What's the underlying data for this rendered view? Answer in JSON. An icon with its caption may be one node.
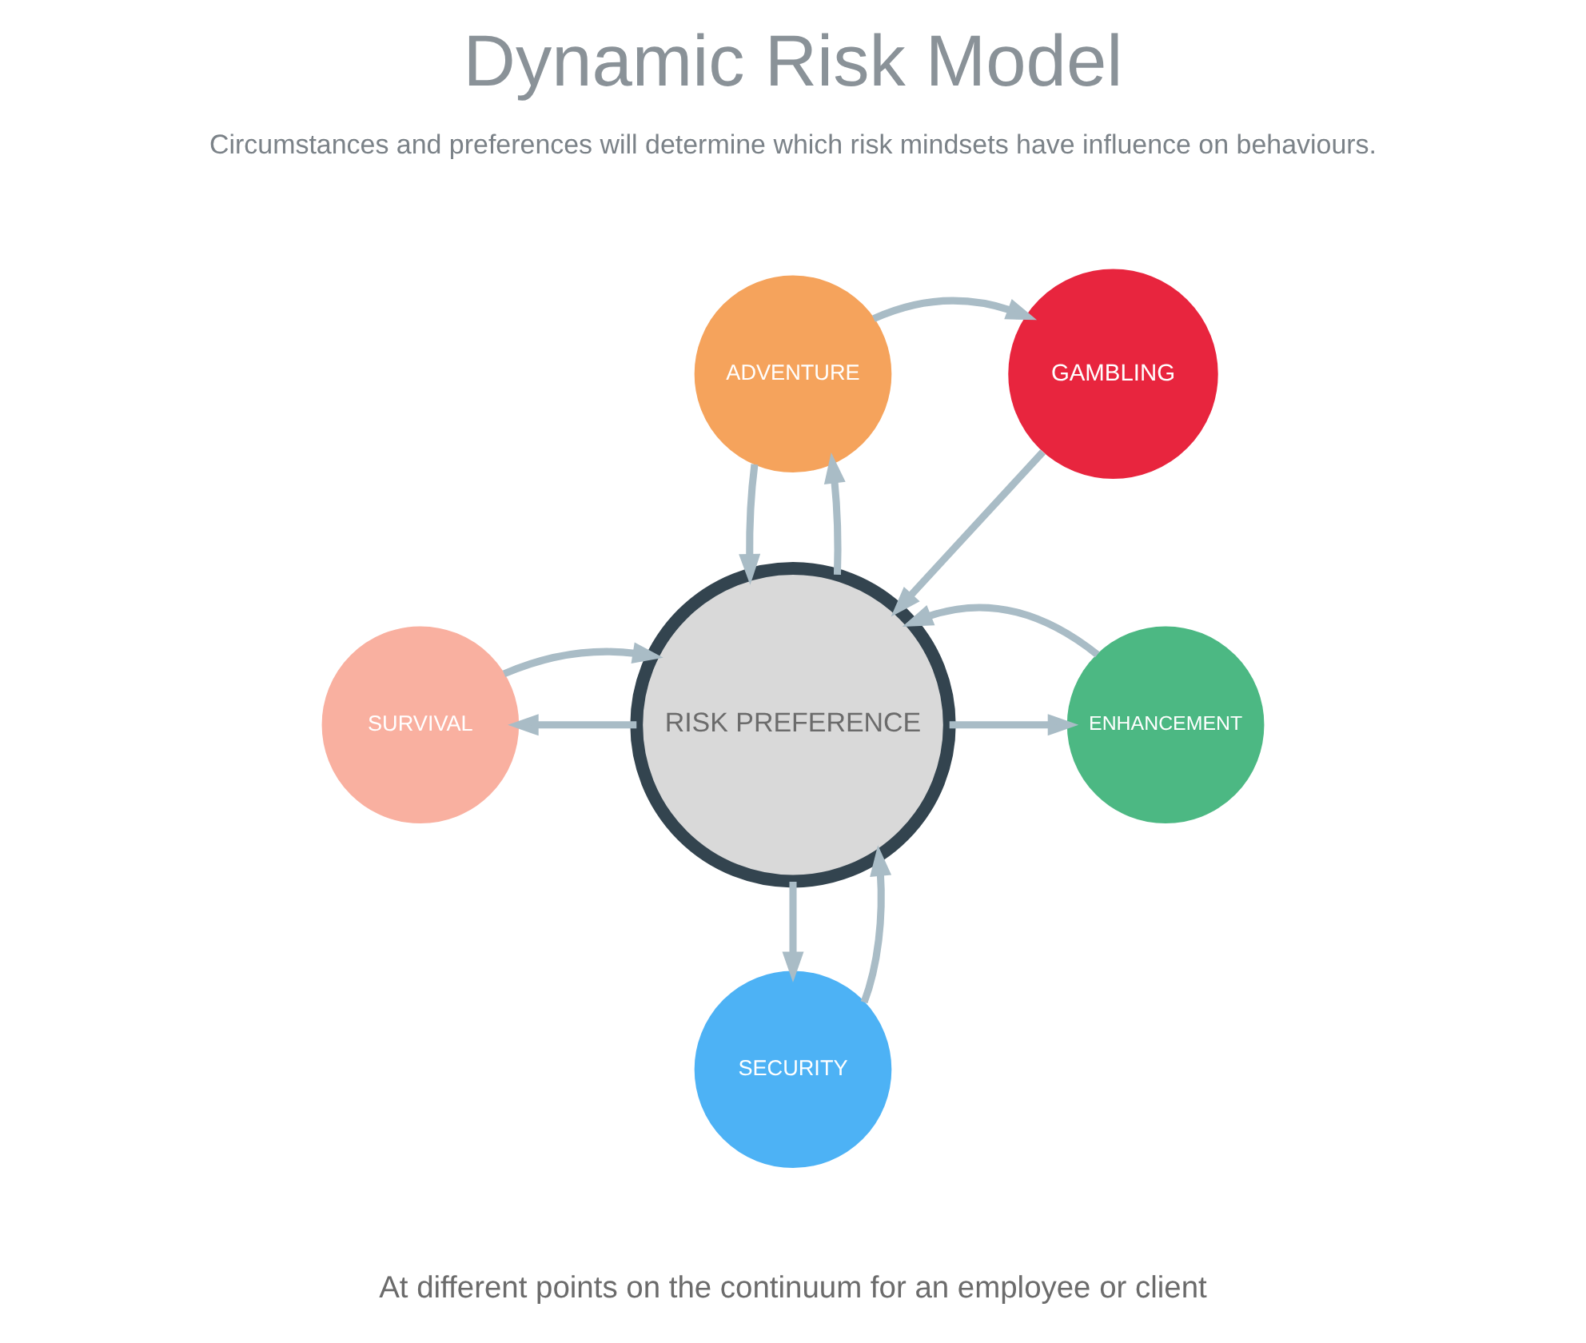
{
  "diagram": {
    "title": "Dynamic Risk Model",
    "caption": "At different points on the continuum for an employee or client",
    "nodes": [
      {
        "text": [
          "RISK PREFERENCE"
        ]
      },
      {
        "text": [
          "ADVENTURE"
        ]
      },
      {
        "text": [
          "GAMBLING"
        ]
      },
      {
        "text": [
          "SURVIVAL"
        ]
      },
      {
        "text": [
          "ENHANCEMENT"
        ]
      },
      {
        "text": [
          "SECURITY"
        ]
      }
    ],
    "edges": [
      {
        "from": 0,
        "to": 1,
        "arrow": "to"
      },
      {
        "from": 1,
        "to": 0,
        "arrow": "to"
      },
      {
        "from": 1,
        "to": 2,
        "arrow": "to"
      },
      {
        "from": 2,
        "to": 0,
        "arrow": "to"
      },
      {
        "from": 0,
        "to": 3,
        "arrow": "to"
      },
      {
        "from": 3,
        "to": 0,
        "arrow": "to"
      },
      {
        "from": 0,
        "to": 4,
        "arrow": "to"
      },
      {
        "from": 4,
        "to": 0,
        "arrow": "to"
      },
      {
        "from": 0,
        "to": 5,
        "arrow": "to"
      },
      {
        "from": 5,
        "to": 0,
        "arrow": "to"
      }
    ],
    "labels": [
      "Circumstances and preferences will determine which risk mindsets have influence on behaviours."
    ]
  }
}
